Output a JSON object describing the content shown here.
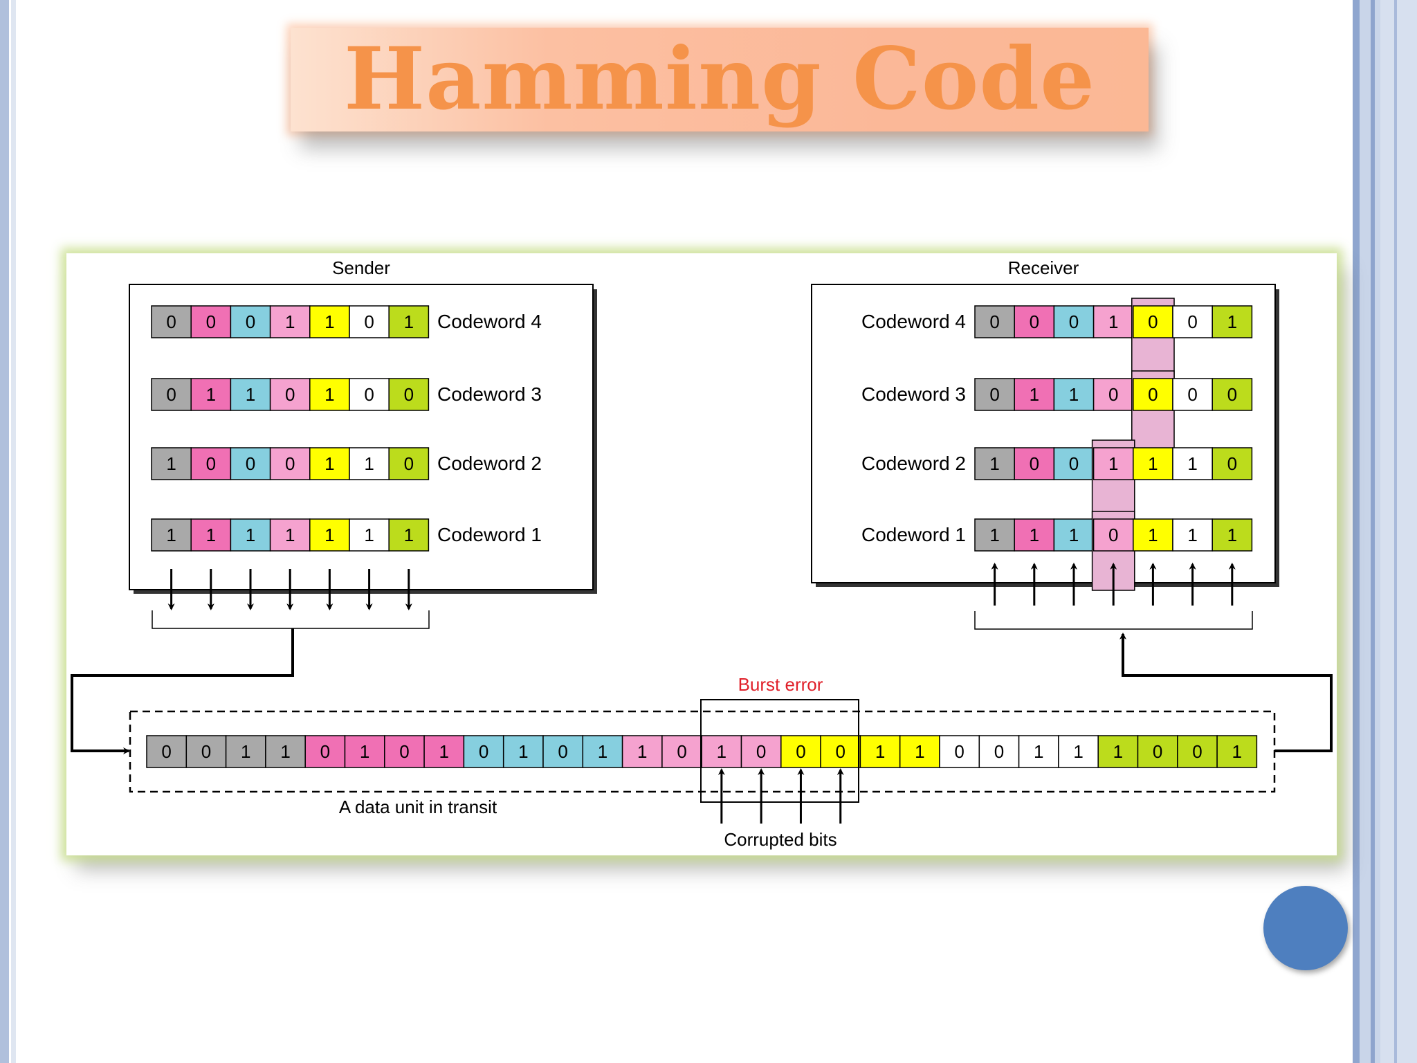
{
  "title": "Hamming Code",
  "sender": {
    "label": "Sender",
    "rows": [
      {
        "name": "Codeword 4",
        "bits": [
          "0",
          "0",
          "0",
          "1",
          "1",
          "0",
          "1"
        ]
      },
      {
        "name": "Codeword 3",
        "bits": [
          "0",
          "1",
          "1",
          "0",
          "1",
          "0",
          "0"
        ]
      },
      {
        "name": "Codeword 2",
        "bits": [
          "1",
          "0",
          "0",
          "0",
          "1",
          "1",
          "0"
        ]
      },
      {
        "name": "Codeword 1",
        "bits": [
          "1",
          "1",
          "1",
          "1",
          "1",
          "1",
          "1"
        ]
      }
    ]
  },
  "receiver": {
    "label": "Receiver",
    "rows": [
      {
        "name": "Codeword 4",
        "bits": [
          "0",
          "0",
          "0",
          "1",
          "0",
          "0",
          "1"
        ],
        "error_index": 4
      },
      {
        "name": "Codeword 3",
        "bits": [
          "0",
          "1",
          "1",
          "0",
          "0",
          "0",
          "0"
        ],
        "error_index": 4
      },
      {
        "name": "Codeword 2",
        "bits": [
          "1",
          "0",
          "0",
          "1",
          "1",
          "1",
          "0"
        ],
        "error_index": 3
      },
      {
        "name": "Codeword 1",
        "bits": [
          "1",
          "1",
          "1",
          "0",
          "1",
          "1",
          "1"
        ],
        "error_index": 3
      }
    ]
  },
  "transit": {
    "label": "A data unit in transit",
    "bits": [
      "0",
      "0",
      "1",
      "1",
      "0",
      "1",
      "0",
      "1",
      "0",
      "1",
      "0",
      "1",
      "1",
      "0",
      "1",
      "0",
      "0",
      "0",
      "1",
      "1",
      "0",
      "0",
      "1",
      "1",
      "1",
      "0",
      "0",
      "1"
    ],
    "burst_label": "Burst error",
    "corrupted_label": "Corrupted bits",
    "corrupted_indices": [
      14,
      15,
      16,
      17
    ]
  },
  "colors": {
    "column_colors": [
      "#a9a9a9",
      "#f070b4",
      "#86cfdf",
      "#f5a2cf",
      "#ffff00",
      "#ffffff",
      "#bcdc1c"
    ],
    "burst_text": "#e0202a",
    "error_highlight": "#e8b4d4",
    "title_text": "#f5934a",
    "frame_glow": "#c8de8c",
    "nav_circle": "#4e7fbf"
  },
  "nav_button_icon": "circle-nav-icon"
}
